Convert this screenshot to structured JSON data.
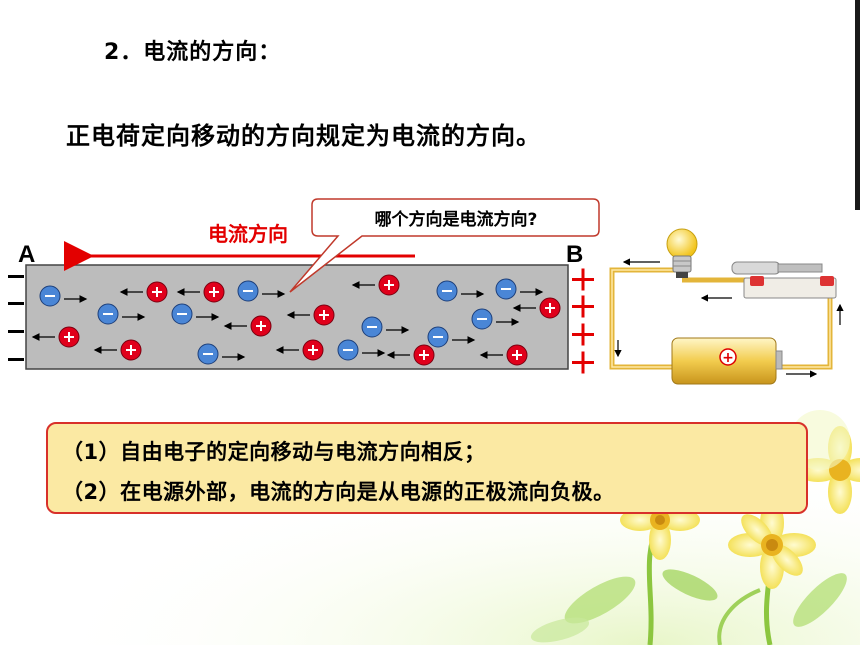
{
  "heading": "2．电流的方向：",
  "definition": "正电荷定向移动的方向规定为电流的方向。",
  "diagram": {
    "callout": "哪个方向是电流方向?",
    "current_direction_label": "电流方向",
    "end_left": "A",
    "end_right": "B",
    "negative_sign": "−",
    "positive_sign": "+",
    "battery_sign": "+"
  },
  "summary": {
    "line1": "（1）自由电子的定向移动与电流方向相反；",
    "line2": "（2）在电源外部，电流的方向是从电源的正极流向负极。"
  },
  "colors": {
    "positive_charge": "#e0001b",
    "negative_charge": "#4a86d6",
    "wire_gray": "#bcbcbc",
    "current_arrow": "#e30000",
    "summary_bg": "#fbe9a3",
    "summary_border": "#d8302a"
  }
}
